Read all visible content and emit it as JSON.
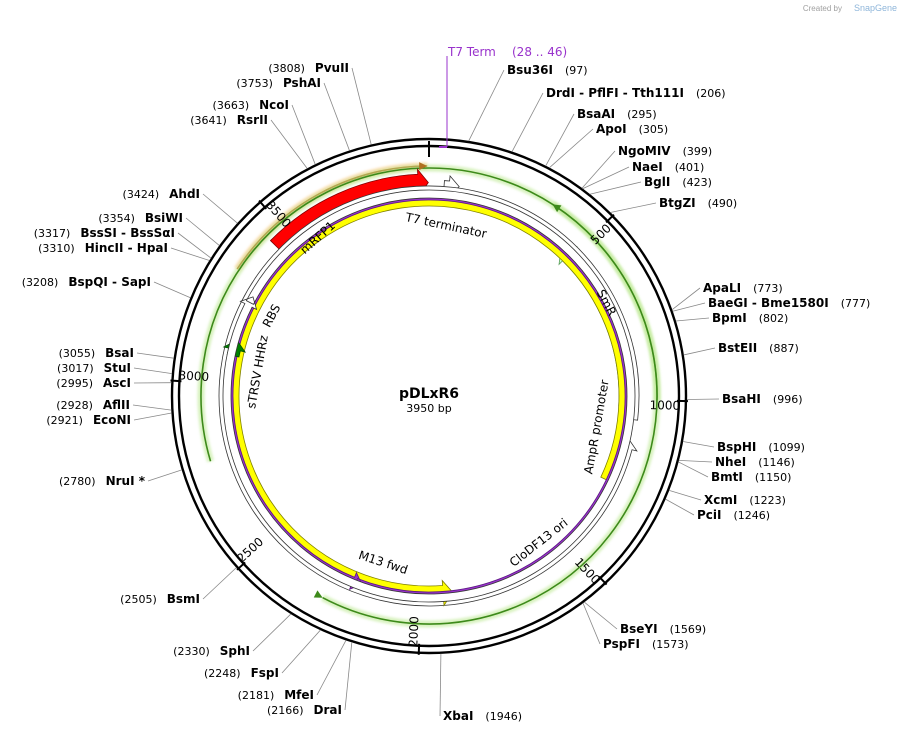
{
  "credit": {
    "prefix": "Created by",
    "brand": "SnapGene"
  },
  "plasmid": {
    "name": "pDLxR6",
    "length_label": "3950 bp",
    "length": 3950
  },
  "ticks": [
    {
      "pos": 500,
      "label": "500"
    },
    {
      "pos": 1000,
      "label": "1000"
    },
    {
      "pos": 1500,
      "label": "1500"
    },
    {
      "pos": 2000,
      "label": "2000"
    },
    {
      "pos": 2500,
      "label": "2500"
    },
    {
      "pos": 3000,
      "label": "3000"
    },
    {
      "pos": 3500,
      "label": "3500"
    }
  ],
  "t7_term": {
    "name": "T7 Term",
    "range": "(28 .. 46)",
    "pos": 37
  },
  "sites": [
    {
      "name": "Bsu36I",
      "pos_label": "(97)",
      "pos": 97
    },
    {
      "name": "DrdI - PflFI - Tth111I",
      "pos_label": "(206)",
      "pos": 206
    },
    {
      "name": "BsaAI",
      "pos_label": "(295)",
      "pos": 295
    },
    {
      "name": "ApoI",
      "pos_label": "(305)",
      "pos": 305
    },
    {
      "name": "NgoMIV",
      "pos_label": "(399)",
      "pos": 399
    },
    {
      "name": "NaeI",
      "pos_label": "(401)",
      "pos": 401
    },
    {
      "name": "BglI",
      "pos_label": "(423)",
      "pos": 423
    },
    {
      "name": "BtgZI",
      "pos_label": "(490)",
      "pos": 490
    },
    {
      "name": "ApaLI",
      "pos_label": "(773)",
      "pos": 773
    },
    {
      "name": "BaeGI - Bme1580I",
      "pos_label": "(777)",
      "pos": 777
    },
    {
      "name": "BpmI",
      "pos_label": "(802)",
      "pos": 802
    },
    {
      "name": "BstEII",
      "pos_label": "(887)",
      "pos": 887
    },
    {
      "name": "BsaHI",
      "pos_label": "(996)",
      "pos": 996
    },
    {
      "name": "BspHI",
      "pos_label": "(1099)",
      "pos": 1099
    },
    {
      "name": "NheI",
      "pos_label": "(1146)",
      "pos": 1146
    },
    {
      "name": "BmtI",
      "pos_label": "(1150)",
      "pos": 1150
    },
    {
      "name": "XcmI",
      "pos_label": "(1223)",
      "pos": 1223
    },
    {
      "name": "PciI",
      "pos_label": "(1246)",
      "pos": 1246
    },
    {
      "name": "BseYI",
      "pos_label": "(1569)",
      "pos": 1569
    },
    {
      "name": "PspFI",
      "pos_label": "(1573)",
      "pos": 1573
    },
    {
      "name": "XbaI",
      "pos_label": "(1946)",
      "pos": 1946
    },
    {
      "name": "DraI",
      "pos_label": "(2166)",
      "pos": 2166
    },
    {
      "name": "MfeI",
      "pos_label": "(2181)",
      "pos": 2181
    },
    {
      "name": "FspI",
      "pos_label": "(2248)",
      "pos": 2248
    },
    {
      "name": "SphI",
      "pos_label": "(2330)",
      "pos": 2330
    },
    {
      "name": "BsmI",
      "pos_label": "(2505)",
      "pos": 2505
    },
    {
      "name": "NruI *",
      "pos_label": "(2780)",
      "pos": 2780
    },
    {
      "name": "EcoNI",
      "pos_label": "(2921)",
      "pos": 2921
    },
    {
      "name": "AflII",
      "pos_label": "(2928)",
      "pos": 2928
    },
    {
      "name": "AscI",
      "pos_label": "(2995)",
      "pos": 2995
    },
    {
      "name": "StuI",
      "pos_label": "(3017)",
      "pos": 3017
    },
    {
      "name": "BsaI",
      "pos_label": "(3055)",
      "pos": 3055
    },
    {
      "name": "BspQI - SapI",
      "pos_label": "(3208)",
      "pos": 3208
    },
    {
      "name": "HincII - HpaI",
      "pos_label": "(3310)",
      "pos": 3310
    },
    {
      "name": "BssSI - BssSαI",
      "pos_label": "(3317)",
      "pos": 3317
    },
    {
      "name": "BsiWI",
      "pos_label": "(3354)",
      "pos": 3354
    },
    {
      "name": "AhdI",
      "pos_label": "(3424)",
      "pos": 3424
    },
    {
      "name": "RsrII",
      "pos_label": "(3641)",
      "pos": 3641
    },
    {
      "name": "NcoI",
      "pos_label": "(3663)",
      "pos": 3663
    },
    {
      "name": "PshAI",
      "pos_label": "(3753)",
      "pos": 3753
    },
    {
      "name": "PvuII",
      "pos_label": "(3808)",
      "pos": 3808
    }
  ],
  "features": [
    {
      "name": "mRFP1",
      "color": "#ff0000"
    },
    {
      "name": "T7 terminator",
      "color": "#ffffff"
    },
    {
      "name": "SmR",
      "color": "#ccffcc"
    },
    {
      "name": "AmpR promoter",
      "color": "#ffffff"
    },
    {
      "name": "CloDF13 ori",
      "color": "#ffff00"
    },
    {
      "name": "M13 fwd",
      "color": "#9933cc"
    },
    {
      "name": "sTRSV HHRz",
      "color": "#008000"
    },
    {
      "name": "RBS",
      "color": "#ffffff"
    }
  ],
  "colors": {
    "backbone": "#000000",
    "outer_orange": "#e8a33c",
    "outer_green": "#5a9e2f",
    "t7_term": "#9933cc"
  }
}
